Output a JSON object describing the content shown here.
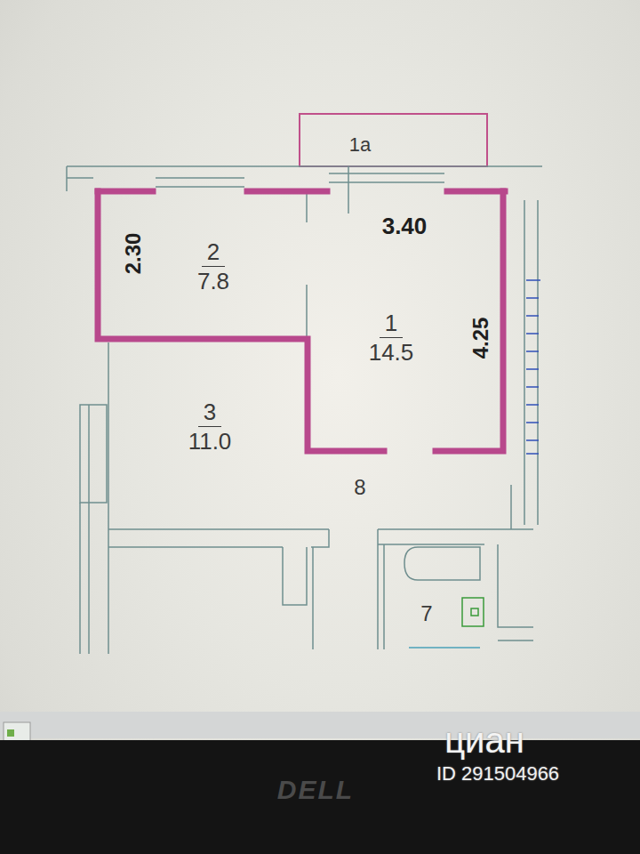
{
  "diagram": {
    "nodes": [
      {
        "text": [
          "1а"
        ]
      },
      {
        "text": [
          "2",
          "7.8"
        ]
      },
      {
        "text": [
          "1",
          "14.5"
        ]
      },
      {
        "text": [
          "3",
          "11.0"
        ]
      },
      {
        "text": [
          "8"
        ]
      },
      {
        "text": [
          "7"
        ]
      }
    ],
    "labels": [
      "3.40",
      "2.30",
      "4.25",
      "циан",
      "ID 291504966",
      "DELL"
    ]
  }
}
